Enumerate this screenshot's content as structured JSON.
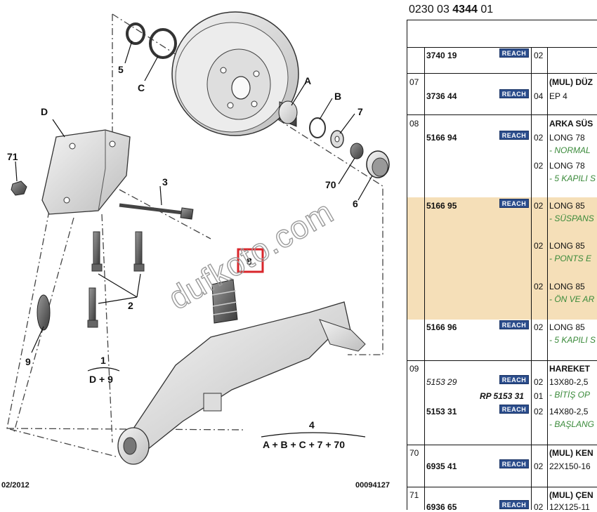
{
  "doc": {
    "ref_prefix": "0230 03 ",
    "ref_bold": "4344",
    "ref_suffix": " 01",
    "footer_left": "02/2012",
    "footer_right": "00094127",
    "watermark": "dufkoto.com"
  },
  "diagram": {
    "callouts": {
      "five": "5",
      "c": "C",
      "d": "D",
      "seventy_one": "71",
      "three": "3",
      "a": "A",
      "b": "B",
      "seven": "7",
      "seventy": "70",
      "six": "6",
      "eight": "8",
      "two": "2",
      "nine": "9",
      "one": "1",
      "four": "4"
    },
    "formula_1": "D + 9",
    "formula_4": "A + B + C + 7 + 70",
    "highlight_color": "#d9262b"
  },
  "table": {
    "reach_label": "REACH",
    "highlight_color": "#f5dfb8",
    "rows": [
      {
        "pos": "",
        "ref": "3740 19",
        "qty": "02",
        "desc": ""
      },
      {
        "pos": "07",
        "title": "(MUL) DÜZ",
        "ref": "3736 44",
        "qty": "04",
        "desc": "EP 4"
      },
      {
        "pos": "08",
        "title": "ARKA SÜS",
        "ref": "5166 94",
        "qty": "02",
        "desc": "LONG 78",
        "note": "- NORMAL",
        "qty2": "02",
        "desc2": "LONG 78",
        "note2": "- 5 KAPILI S"
      },
      {
        "ref": "5166 95",
        "qty": "02",
        "desc": "LONG 85",
        "note": "- SÜSPANS",
        "qty2": "02",
        "desc2": "LONG 85",
        "note2": "- PONTS E",
        "qty3": "02",
        "desc3": "LONG 85",
        "note3": "- ÖN VE AR"
      },
      {
        "ref": "5166 96",
        "qty": "02",
        "desc": "LONG 85",
        "note": "- 5 KAPILI S"
      },
      {
        "pos": "09",
        "title": "HAREKET",
        "ref": "5153 29",
        "qty": "02",
        "desc": "13X80-2,5",
        "ref_rp": "RP 5153 31",
        "qty_rp": "01",
        "note": "- BİTİŞ OP"
      },
      {
        "ref": "5153 31",
        "qty": "02",
        "desc": "14X80-2,5",
        "note": "- BAŞLANG"
      },
      {
        "pos": "70",
        "title": "(MUL) KEN",
        "ref": "6935 41",
        "qty": "02",
        "desc": "22X150-16"
      },
      {
        "pos": "71",
        "title": "(MUL) ÇEN",
        "ref": "6936 65",
        "qty": "02",
        "desc": "12X125-11"
      }
    ]
  }
}
